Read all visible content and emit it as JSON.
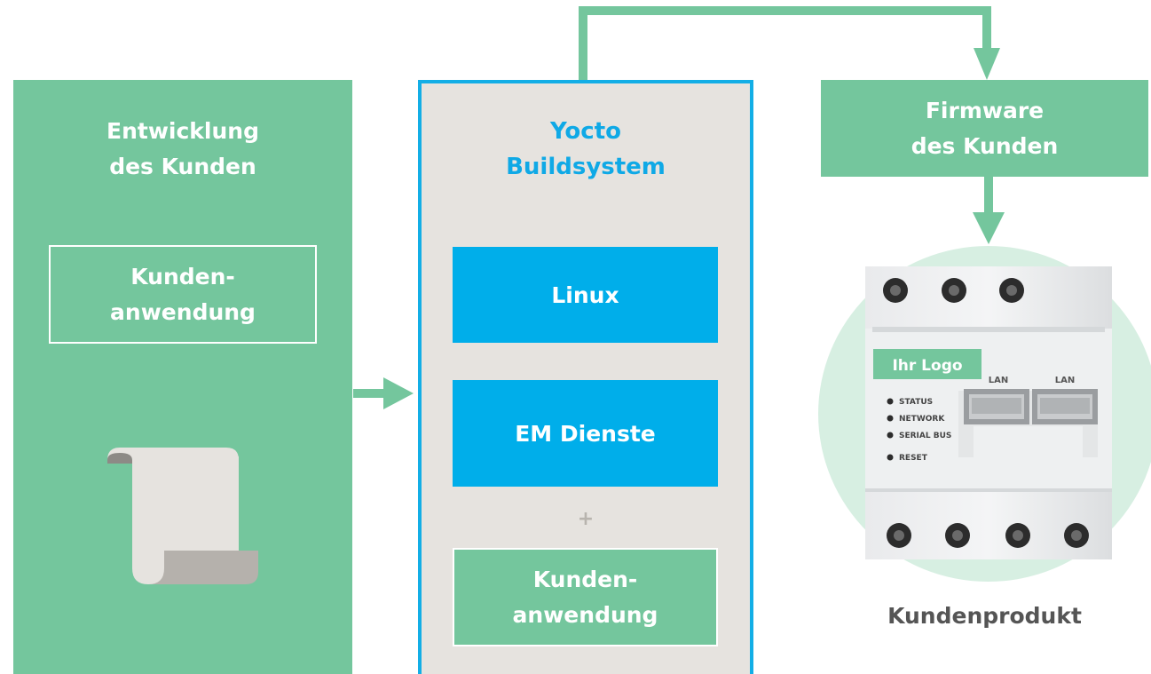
{
  "colors": {
    "green": "#74c69d",
    "blue": "#00aeea",
    "light_gray": "#e6e3df",
    "light_green": "#d7efe2",
    "text_gray": "#555555"
  },
  "left_panel": {
    "title_line1": "Entwicklung",
    "title_line2": "des Kunden",
    "app_line1": "Kunden-",
    "app_line2": "anwendung",
    "icon": "scroll-icon"
  },
  "middle_panel": {
    "title_line1": "Yocto",
    "title_line2": "Buildsystem",
    "box1": "Linux",
    "box2": "EM Dienste",
    "plus": "+",
    "app_line1": "Kunden-",
    "app_line2": "anwendung"
  },
  "right_panel": {
    "firmware_line1": "Firmware",
    "firmware_line2": "des Kunden",
    "product_label": "Kundenprodukt",
    "device": {
      "logo": "Ihr Logo",
      "lan1": "LAN",
      "lan2": "LAN",
      "led_status": "STATUS",
      "led_network": "NETWORK",
      "led_serial": "SERIAL BUS",
      "led_reset": "RESET"
    }
  }
}
